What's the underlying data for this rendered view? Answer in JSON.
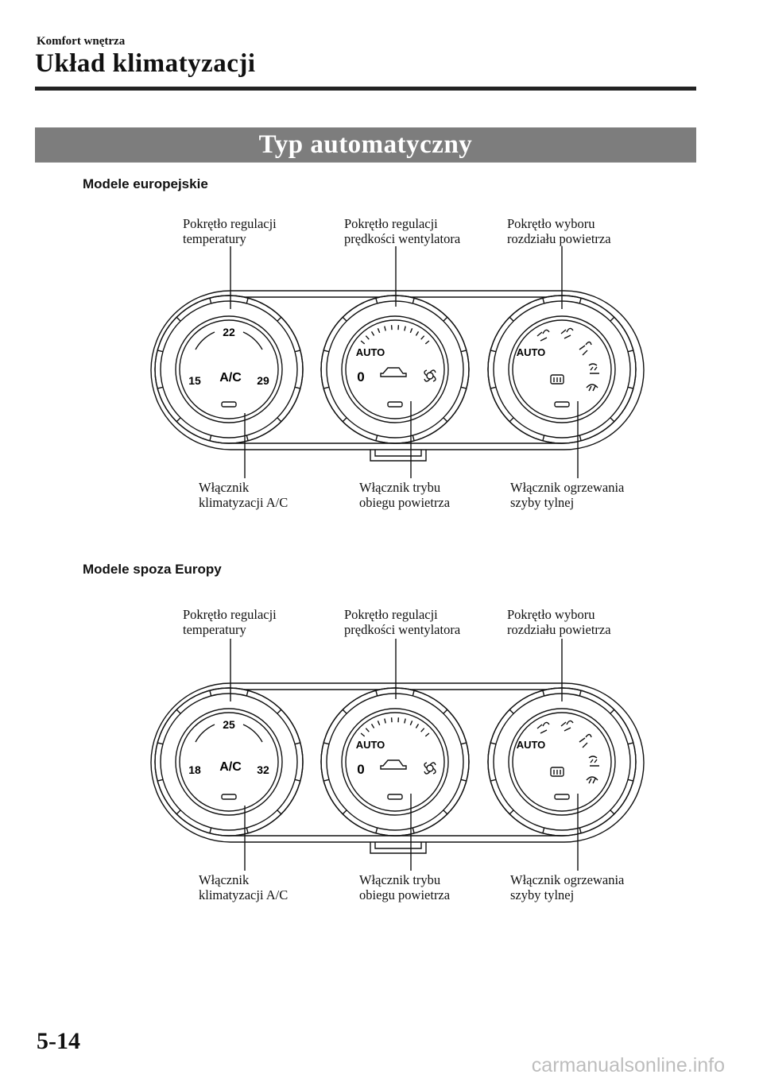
{
  "header": {
    "section": "Komfort wnętrza",
    "title": "Układ klimatyzacji"
  },
  "banner": {
    "title": "Typ automatyczny"
  },
  "labels": {
    "temp_dial": [
      "Pokrętło regulacji",
      "temperatury"
    ],
    "fan_dial": [
      "Pokrętło regulacji",
      "prędkości wentylatora"
    ],
    "mode_dial": [
      "Pokrętło wyboru",
      "rozdziału powietrza"
    ],
    "ac_switch": [
      "Włącznik",
      "klimatyzacji A/C"
    ],
    "recirc_switch": [
      "Włącznik trybu",
      "obiegu powietrza"
    ],
    "rear_defrost_switch": [
      "Włącznik ogrzewania",
      "szyby tylnej"
    ]
  },
  "panel_text": {
    "ac": "A/C",
    "auto": "AUTO",
    "fan_off": "0"
  },
  "diagrams": [
    {
      "heading": "Modele europejskie",
      "temp_top": "22",
      "temp_min": "15",
      "temp_max": "29"
    },
    {
      "heading": "Modele spoza Europy",
      "temp_top": "25",
      "temp_min": "18",
      "temp_max": "32"
    }
  ],
  "footer": {
    "page_number": "5-14",
    "watermark": "carmanualsonline.info"
  }
}
